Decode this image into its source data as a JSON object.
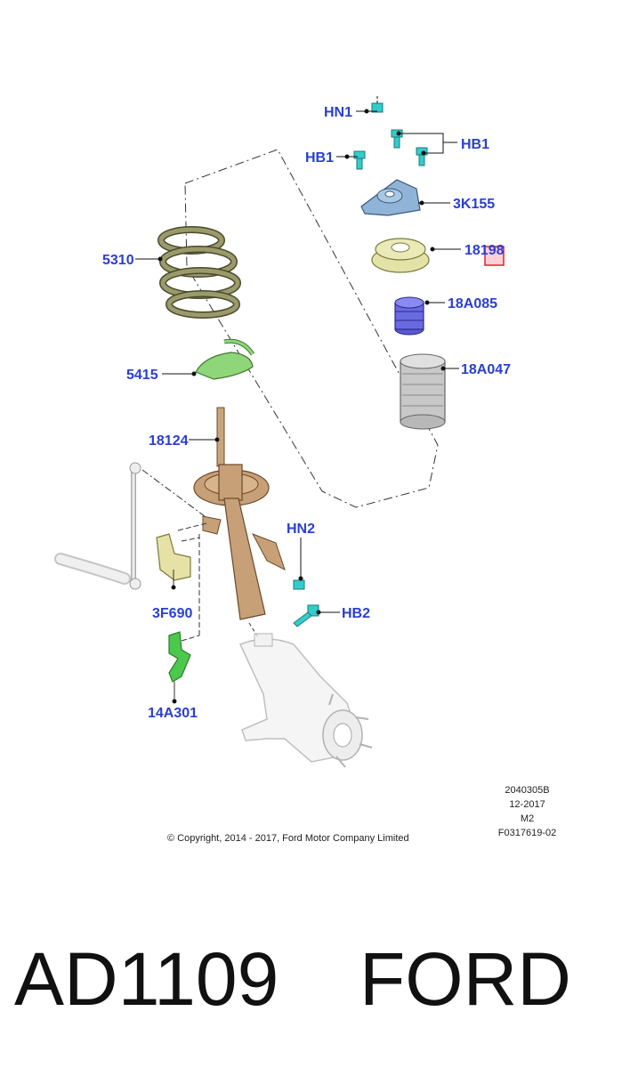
{
  "diagram": {
    "callouts": {
      "hn1": "HN1",
      "hb1_left": "HB1",
      "hb1_right": "HB1",
      "k155": "3K155",
      "p18198": "18198",
      "p18a085": "18A085",
      "p18a047": "18A047",
      "p5310": "5310",
      "p5415": "5415",
      "p18124": "18124",
      "hn2": "HN2",
      "hb2": "HB2",
      "p3f690": "3F690",
      "p14a301": "14A301"
    },
    "meta": {
      "drawing_no": "2040305B",
      "date": "12-2017",
      "rev": "M2",
      "figure_id": "F0317619-02"
    },
    "copyright": "© Copyright, 2014 - 2017, Ford Motor Company Limited"
  },
  "footer": {
    "part_code": "AD1109",
    "brand": "FORD"
  },
  "colors": {
    "callout": "#2a3fd0",
    "spring": "#8a8a5a",
    "seat": "#8fd67a",
    "strut": "#c8a078",
    "mount": "#8fb4d8",
    "bearing": "#e3e3a8",
    "bump_stop": "#6a6ae0",
    "boot": "#c8c8c8",
    "bolt": "#33cccc",
    "bracket": "#4cc94c",
    "highlight": "#e0202a"
  }
}
